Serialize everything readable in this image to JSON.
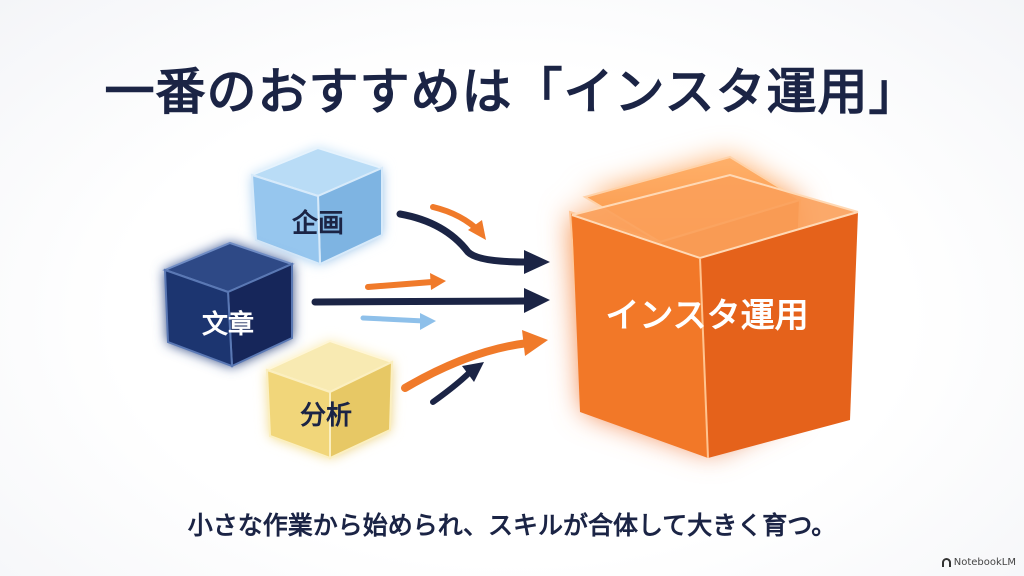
{
  "title": "一番のおすすめは「インスタ運用」",
  "nodes": {
    "planning": "企画",
    "writing": "文章",
    "analysis": "分析",
    "result": "インスタ運用"
  },
  "caption": "小さな作業から始められ、スキルが合体して大きく育つ。",
  "watermark": "NotebookLM",
  "colors": {
    "navy": "#1b2445",
    "orange": "#f07a2a",
    "light_blue": "#8ec0ea",
    "dark_blue": "#203a72",
    "yellow": "#f3dc8a"
  }
}
